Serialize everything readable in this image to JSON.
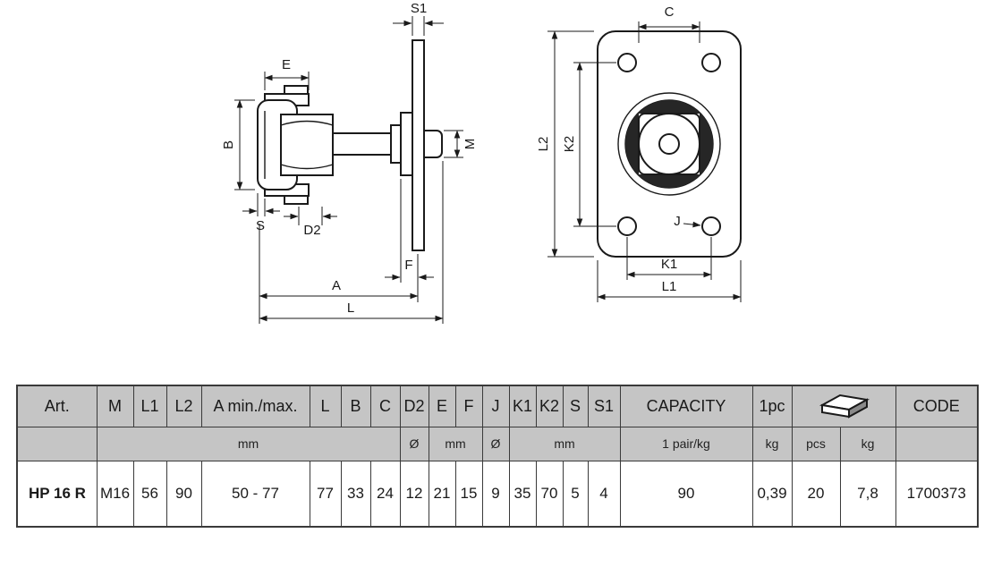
{
  "colors": {
    "header_bg": "#c5c5c5",
    "line_color": "#1a1a1a",
    "table_border": "#3a3a3a"
  },
  "drawing": {
    "side": {
      "s1": "S1",
      "e": "E",
      "b": "B",
      "m": "M",
      "s": "S",
      "d2": "D2",
      "f": "F",
      "a": "A",
      "l": "L"
    },
    "front": {
      "c": "C",
      "l2": "L2",
      "k2": "K2",
      "j": "J",
      "k1": "K1",
      "l1": "L1"
    }
  },
  "table": {
    "header": {
      "art": "Art.",
      "m": "M",
      "l1": "L1",
      "l2": "L2",
      "a_minmax": "A min./max.",
      "l": "L",
      "b": "B",
      "c": "C",
      "d2": "D2",
      "e": "E",
      "f": "F",
      "j": "J",
      "k1": "K1",
      "k2": "K2",
      "s": "S",
      "s1": "S1",
      "capacity": "CAPACITY",
      "one_pc": "1pc",
      "code": "CODE"
    },
    "units": {
      "mm_main": "mm",
      "d2_dia": "Ø",
      "mm_ef": "mm",
      "j_dia": "Ø",
      "mm_k": "mm",
      "capacity": "1 pair/kg",
      "one_pc_kg": "kg",
      "pcs": "pcs",
      "kg": "kg"
    },
    "row": {
      "art": "HP 16 R",
      "m": "M16",
      "l1": "56",
      "l2": "90",
      "a_minmax": "50 - 77",
      "l": "77",
      "b": "33",
      "c": "24",
      "d2": "12",
      "e": "21",
      "f": "15",
      "j": "9",
      "k1": "35",
      "k2": "70",
      "s": "5",
      "s1": "4",
      "capacity": "90",
      "one_pc": "0,39",
      "pcs": "20",
      "kg": "7,8",
      "code": "1700373"
    }
  }
}
